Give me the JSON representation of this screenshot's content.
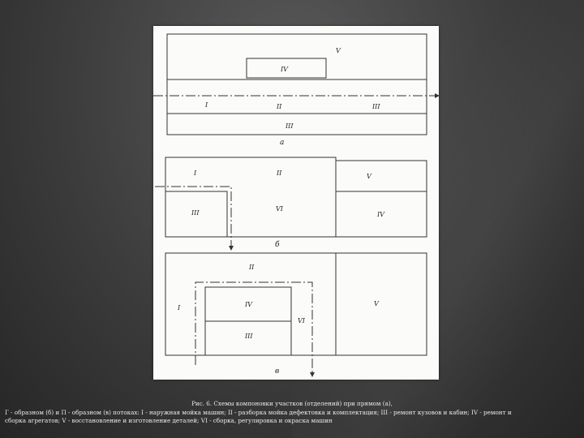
{
  "figure": {
    "a": {
      "block_top": "V",
      "block_mid": "IV",
      "flow_1": "I",
      "flow_2": "II",
      "flow_3": "III",
      "bottom": "III",
      "sublabel": "а"
    },
    "b": {
      "left_top": "I",
      "center_top": "II",
      "left_bottom": "III",
      "center": "VI",
      "right_top": "V",
      "right_bottom": "IV",
      "sublabel": "б"
    },
    "c": {
      "top": "II",
      "left": "I",
      "inner_top": "IV",
      "inner_bottom": "III",
      "inner_right": "VI",
      "right": "V",
      "sublabel": "в"
    }
  },
  "caption": {
    "line1": "Рис. 6. Схемы компоновки участков (отделений) при прямом (а),",
    "line2": "Г - образном (б) и П - образном (в) потоках: I - наружная мойка машин; II - разборка мойка дефектовка и комплектация; III - ремонт кузовов и кабин; IV - ремонт и",
    "line3": "сборка агрегатов; V - восстановление и изготовление деталей; VI - сборка, регулировка и окраска машин"
  }
}
